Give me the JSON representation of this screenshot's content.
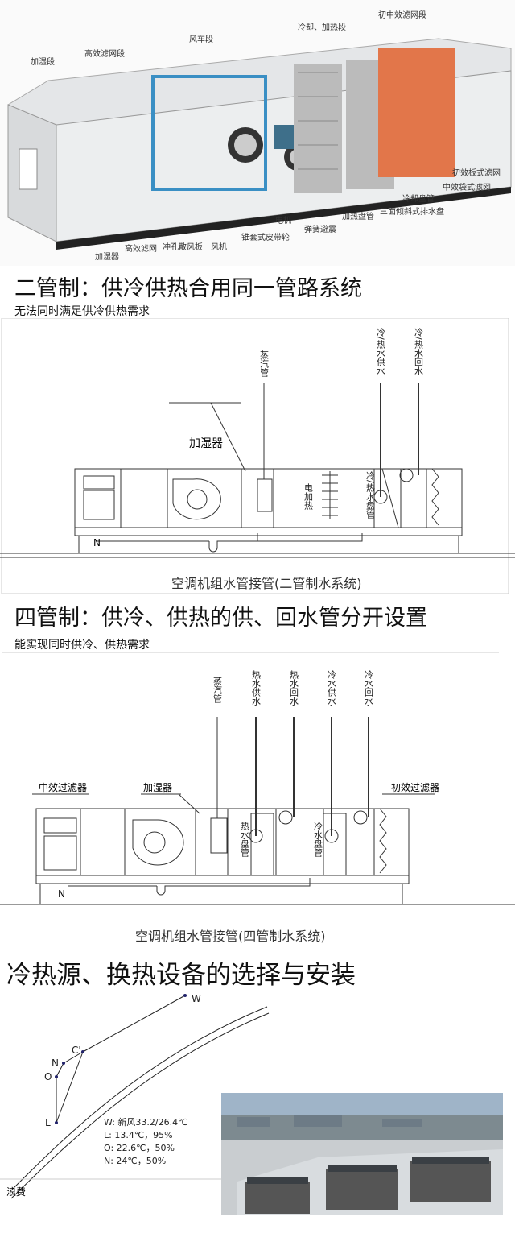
{
  "ahu_illustration": {
    "section_labels": [
      "加湿段",
      "高效滤网段",
      "风车段",
      "冷却、加热段",
      "初中效滤网段"
    ],
    "component_labels": [
      "初效板式滤网",
      "中效袋式滤网",
      "冷却盘管",
      "三面倾斜式排水盘",
      "加热盘管",
      "弹簧避震",
      "电机",
      "锥套式皮带轮",
      "风机",
      "冲孔散风板",
      "高效滤网",
      "加湿器"
    ]
  },
  "section1": {
    "title": "二管制：供冷供热合用同一管路系统",
    "subtitle": "无法同时满足供冷供热需求"
  },
  "diagram1": {
    "pipes": [
      "蒸汽管",
      "冷/热水供水",
      "冷/热水回水"
    ],
    "humidifier": "加湿器",
    "electric_heat": "电加热",
    "coil": "冷/热水盘管",
    "drain": "N",
    "caption": "空调机组水管接管(二管制水系统)"
  },
  "section2": {
    "title": "四管制：供冷、供热的供、回水管分开设置",
    "subtitle": "能实现同时供冷、供热需求"
  },
  "diagram2": {
    "pipes": [
      "蒸汽管",
      "热水供水",
      "热水回水",
      "冷水供水",
      "冷水回水"
    ],
    "medium_filter": "中效过滤器",
    "humidifier": "加湿器",
    "primary_filter": "初效过滤器",
    "hot_coil": "热水盘管",
    "cold_coil": "冷水盘管",
    "drain": "N",
    "caption": "空调机组水管接管(四管制水系统)"
  },
  "section3": {
    "title": "冷热源、换热设备的选择与安装"
  },
  "psychro": {
    "points": [
      "W",
      "C'",
      "N",
      "O",
      "L"
    ],
    "legend": [
      "W: 新风33.2/26.4℃",
      "L: 13.4℃，95%",
      "O: 22.6℃，50%",
      "N: 24℃，50%"
    ],
    "footer": "浪费"
  }
}
